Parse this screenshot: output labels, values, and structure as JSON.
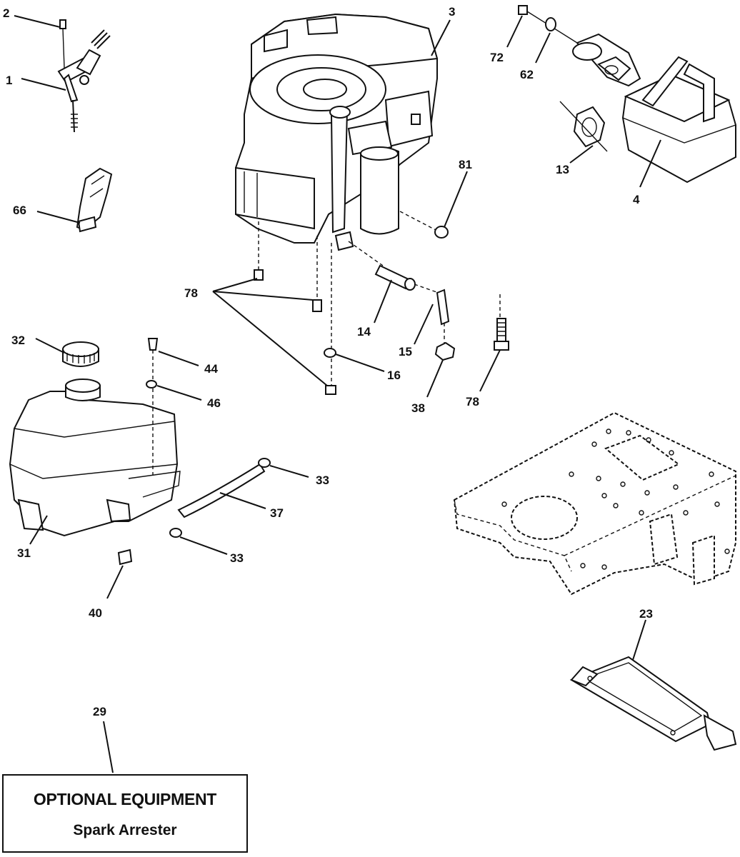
{
  "callouts": {
    "c1": "1",
    "c2": "2",
    "c3": "3",
    "c4": "4",
    "c13": "13",
    "c14": "14",
    "c15": "15",
    "c16": "16",
    "c23": "23",
    "c29": "29",
    "c31": "31",
    "c32": "32",
    "c33a": "33",
    "c33b": "33",
    "c37": "37",
    "c38": "38",
    "c40": "40",
    "c44": "44",
    "c46": "46",
    "c62": "62",
    "c66": "66",
    "c72": "72",
    "c78a": "78",
    "c78b": "78",
    "c81": "81"
  },
  "optional_box": {
    "title": "OPTIONAL EQUIPMENT",
    "subtitle": "Spark Arrester"
  }
}
